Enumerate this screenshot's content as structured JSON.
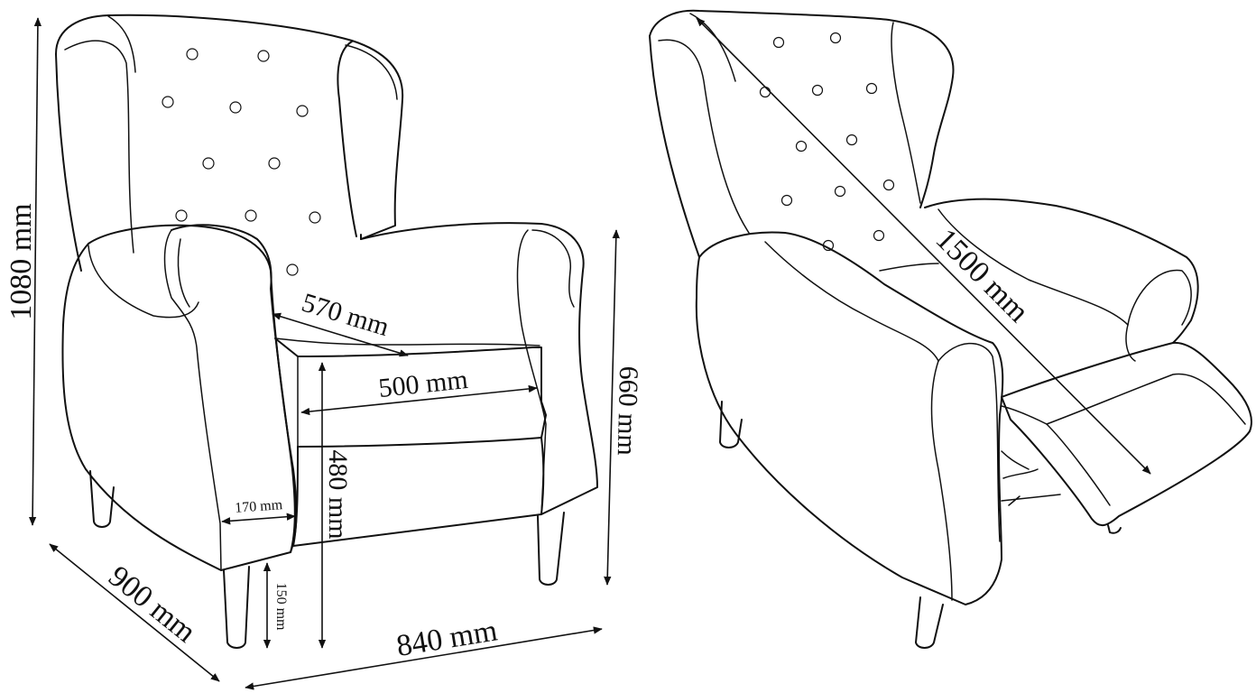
{
  "colors": {
    "ink": "#111111",
    "background": "#ffffff"
  },
  "dimensions": {
    "height_total": "1080 mm",
    "depth": "900 mm",
    "width": "840 mm",
    "arm_height": "660 mm",
    "seat_depth": "570 mm",
    "seat_width": "500 mm",
    "seat_height": "480 mm",
    "arm_width": "170 mm",
    "leg_height": "150 mm",
    "reclined_length": "1500 mm"
  }
}
